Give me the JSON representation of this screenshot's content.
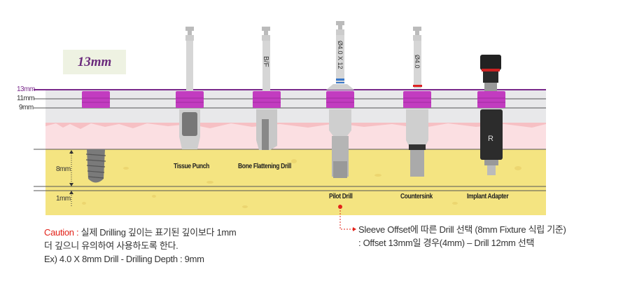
{
  "badge": "13mm",
  "levels": {
    "l13": "13mm",
    "l11": "11mm",
    "l9": "9mm",
    "d8": "8mm",
    "d1": "1mm"
  },
  "tools": [
    {
      "label": "Tissue Punch"
    },
    {
      "label": "Bone Flattening Drill",
      "shaft_text": "B/F"
    },
    {
      "label": "Pilot Drill",
      "shaft_text": "Ø4.0 X 12"
    },
    {
      "label": "Countersink",
      "shaft_text": "Ø4.0"
    },
    {
      "label": "Implant Adapter",
      "body_text": "R"
    }
  ],
  "caution": {
    "label": "Caution :",
    "line1": "실제 Drilling 깊이는 표기된 깊이보다 1mm",
    "line2": "더 깊으니 유의하여 사용하도록 한다.",
    "line3": "Ex) 4.0 X 8mm Drill - Drilling Depth : 9mm"
  },
  "sleeve_note": {
    "line1": "Sleeve Offset에 따른 Drill 선택 (8mm Fixture 식립 기준)",
    "line2": ": Offset 13mm일 경우(4mm) – Drill 12mm 선택"
  },
  "colors": {
    "purple": "#7b2a8c",
    "magenta": "#c23cc0",
    "gum": "#f9dcdf",
    "bone": "#f4e481",
    "caution": "#e2231a"
  }
}
